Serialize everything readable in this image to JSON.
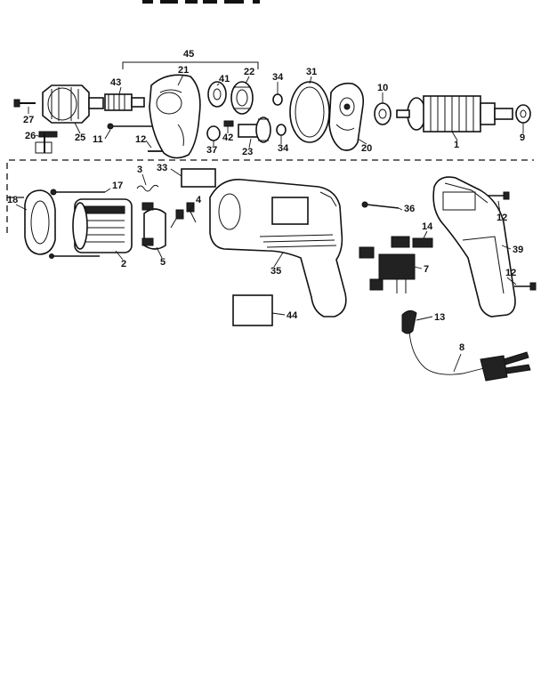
{
  "diagram": {
    "callouts": {
      "c45": "45",
      "c21": "21",
      "c22": "22",
      "c34a": "34",
      "c31": "31",
      "c43": "43",
      "c41": "41",
      "c10": "10",
      "c27": "27",
      "c25": "25",
      "c11": "11",
      "c26": "26",
      "c12a": "12",
      "c37": "37",
      "c42": "42",
      "c23": "23",
      "c34b": "34",
      "c20": "20",
      "c1": "1",
      "c9": "9",
      "c3": "3",
      "c33": "33",
      "c18": "18",
      "c17": "17",
      "c4": "4",
      "c36": "36",
      "c12b": "12",
      "c2": "2",
      "c5": "5",
      "c14": "14",
      "c39": "39",
      "c35": "35",
      "c7": "7",
      "c12c": "12",
      "c44": "44",
      "c13": "13",
      "c8": "8"
    }
  }
}
